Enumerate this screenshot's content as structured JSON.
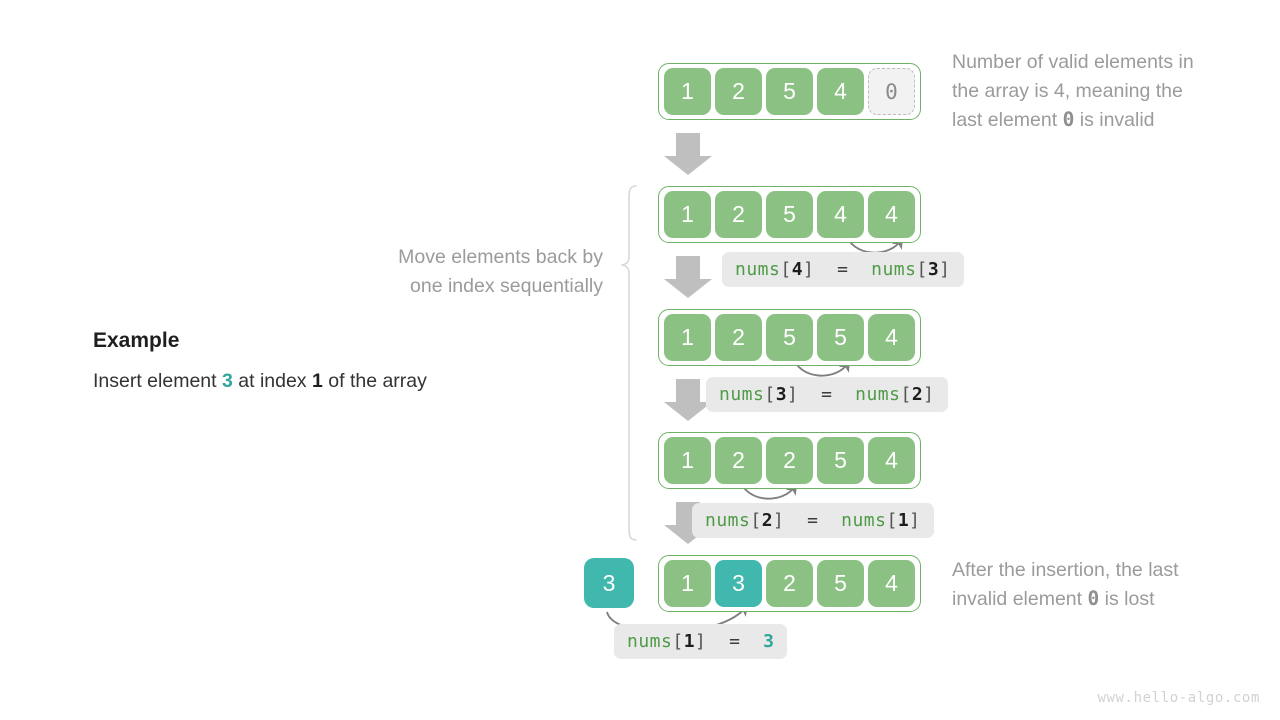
{
  "example": {
    "title": "Example",
    "line_pre": "Insert element ",
    "line_value": "3",
    "line_mid": " at index ",
    "line_index": "1",
    "line_post": " of the array"
  },
  "side_note": {
    "line1": "Move elements back by",
    "line2": "one index sequentially"
  },
  "annotations": {
    "top_line1": "Number of valid elements in",
    "top_line2": "the array is 4, meaning the",
    "top_line3_pre": "last element ",
    "top_line3_mono": "0",
    "top_line3_post": " is invalid",
    "bottom_line1": "After the insertion, the last",
    "bottom_line2_pre": "invalid element ",
    "bottom_line2_mono": "0",
    "bottom_line2_post": " is lost"
  },
  "rows": [
    {
      "cells": [
        "1",
        "2",
        "5",
        "4",
        "0"
      ],
      "invalid_index": 4
    },
    {
      "cells": [
        "1",
        "2",
        "5",
        "4",
        "4"
      ],
      "invalid_index": -1
    },
    {
      "cells": [
        "1",
        "2",
        "5",
        "5",
        "4"
      ],
      "invalid_index": -1
    },
    {
      "cells": [
        "1",
        "2",
        "2",
        "5",
        "4"
      ],
      "invalid_index": -1
    },
    {
      "cells": [
        "1",
        "3",
        "2",
        "5",
        "4"
      ],
      "invalid_index": -1,
      "teal_index": 1
    }
  ],
  "inserted_box": {
    "value": "3"
  },
  "code_labels": [
    {
      "name": "nums",
      "lhs_index": "4",
      "eq": "=",
      "rhs_name": "nums",
      "rhs_index": "3"
    },
    {
      "name": "nums",
      "lhs_index": "3",
      "eq": "=",
      "rhs_name": "nums",
      "rhs_index": "2"
    },
    {
      "name": "nums",
      "lhs_index": "2",
      "eq": "=",
      "rhs_name": "nums",
      "rhs_index": "1"
    },
    {
      "name": "nums",
      "lhs_index": "1",
      "eq": "=",
      "rhs_value": "3"
    }
  ],
  "watermark": "www.hello-algo.com",
  "colors": {
    "green": "#8cc184",
    "green_border": "#6fb267",
    "teal": "#41b8ad",
    "gray_arrow": "#bfbfbf",
    "curve_arrow": "#808080",
    "chip_bg": "#e9e9e9",
    "annot_text": "#9b9b9b",
    "code_green": "#4f9b48",
    "watermark": "#d2d2d2"
  }
}
